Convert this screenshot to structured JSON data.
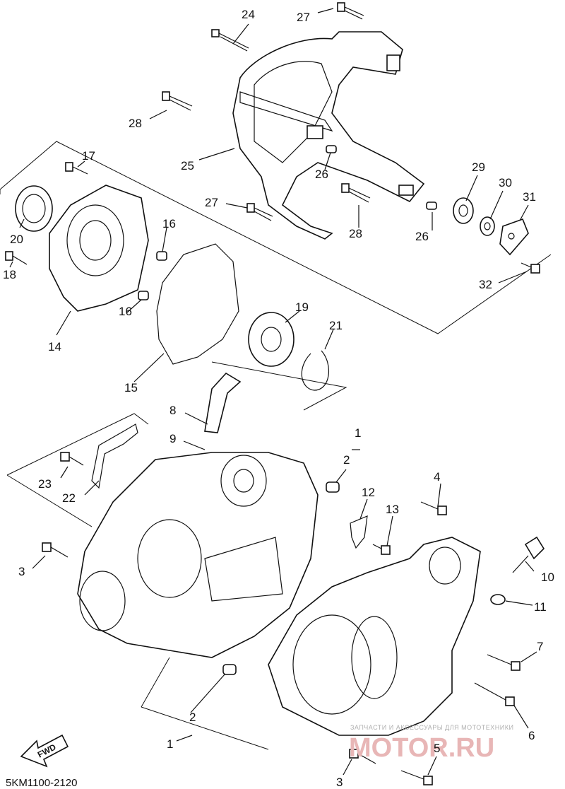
{
  "diagram": {
    "labels": [
      "24",
      "27",
      "28",
      "25",
      "26",
      "28",
      "26",
      "29",
      "30",
      "31",
      "32",
      "27",
      "17",
      "16",
      "20",
      "18",
      "16",
      "14",
      "19",
      "21",
      "15",
      "8",
      "1",
      "9",
      "2",
      "23",
      "22",
      "12",
      "4",
      "13",
      "3",
      "10",
      "11",
      "7",
      "6",
      "2",
      "1",
      "5",
      "3"
    ],
    "code": "5KM1100-2120",
    "fwd": "FWD",
    "watermark_small": "ЗАПЧАСТИ И АКСЕССУАРЫ ДЛЯ МОТОТЕХНИКИ",
    "watermark_big": "MOTOR.RU"
  }
}
